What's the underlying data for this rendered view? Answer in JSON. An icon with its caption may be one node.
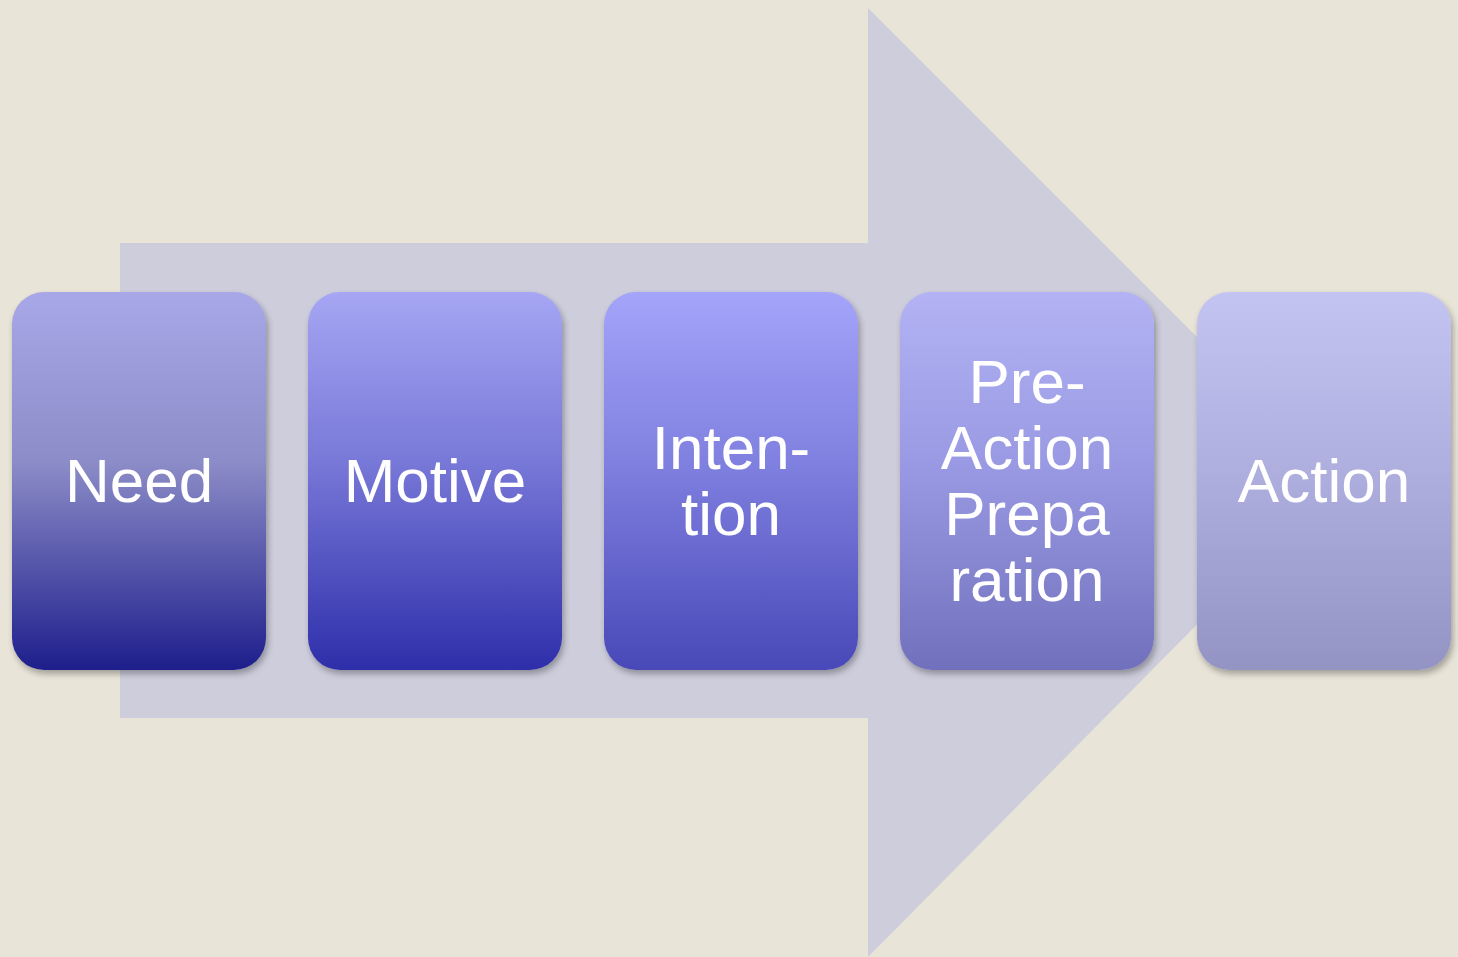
{
  "diagram": {
    "nodes": [
      {
        "text": [
          "Need"
        ]
      },
      {
        "text": [
          "Motive"
        ]
      },
      {
        "text": [
          "Inten- tion"
        ]
      },
      {
        "text": [
          "Pre- Action Prepa ration"
        ]
      },
      {
        "text": [
          "Action"
        ]
      }
    ],
    "edges": [
      {
        "from": 0,
        "to": 4,
        "arrow": "to"
      }
    ]
  }
}
